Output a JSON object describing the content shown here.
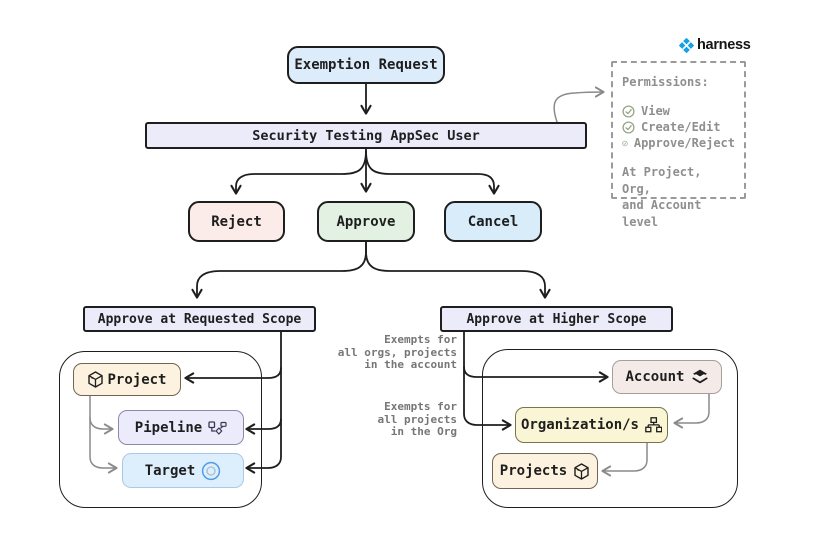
{
  "brand": {
    "name": "harness"
  },
  "flow": {
    "exemption_request": "Exemption Request",
    "appsec_user": "Security Testing AppSec User",
    "reject": "Reject",
    "approve": "Approve",
    "cancel": "Cancel",
    "requested_scope": "Approve at Requested Scope",
    "higher_scope": "Approve at Higher Scope"
  },
  "requested_scope_group": {
    "project": "Project",
    "pipeline": "Pipeline",
    "target": "Target"
  },
  "higher_scope_group": {
    "account": "Account",
    "organizations": "Organization/s",
    "projects": "Projects"
  },
  "permissions": {
    "title": "Permissions:",
    "items": [
      "View",
      "Create/Edit",
      "Approve/Reject"
    ],
    "footer": [
      "At Project, Org,",
      "and Account level"
    ]
  },
  "annotations": {
    "account_exempt": [
      "Exempts for",
      "all orgs, projects",
      "in the account"
    ],
    "org_exempt": [
      "Exempts for",
      "all projects",
      "in the Org"
    ]
  },
  "colors": {
    "exemption_bg": "#dcecfb",
    "security_bg": "#ecebfa",
    "reject_bg": "#fcece9",
    "approve_bg": "#e2f1e2",
    "cancel_bg": "#d8ecfa",
    "scope_header_bg": "#ecebfa",
    "project_bg": "#fcf2df",
    "pipeline_bg": "#ecebfb",
    "target_bg": "#ddeefc",
    "account_bg": "#f4ebe8",
    "organizations_bg": "#faf5d4",
    "projects_bg": "#fcf2df",
    "stroke": "#1e1e1e",
    "gray": "#8a8a8a",
    "harness_blue": "#14a0e4",
    "check_green": "#97a585"
  }
}
